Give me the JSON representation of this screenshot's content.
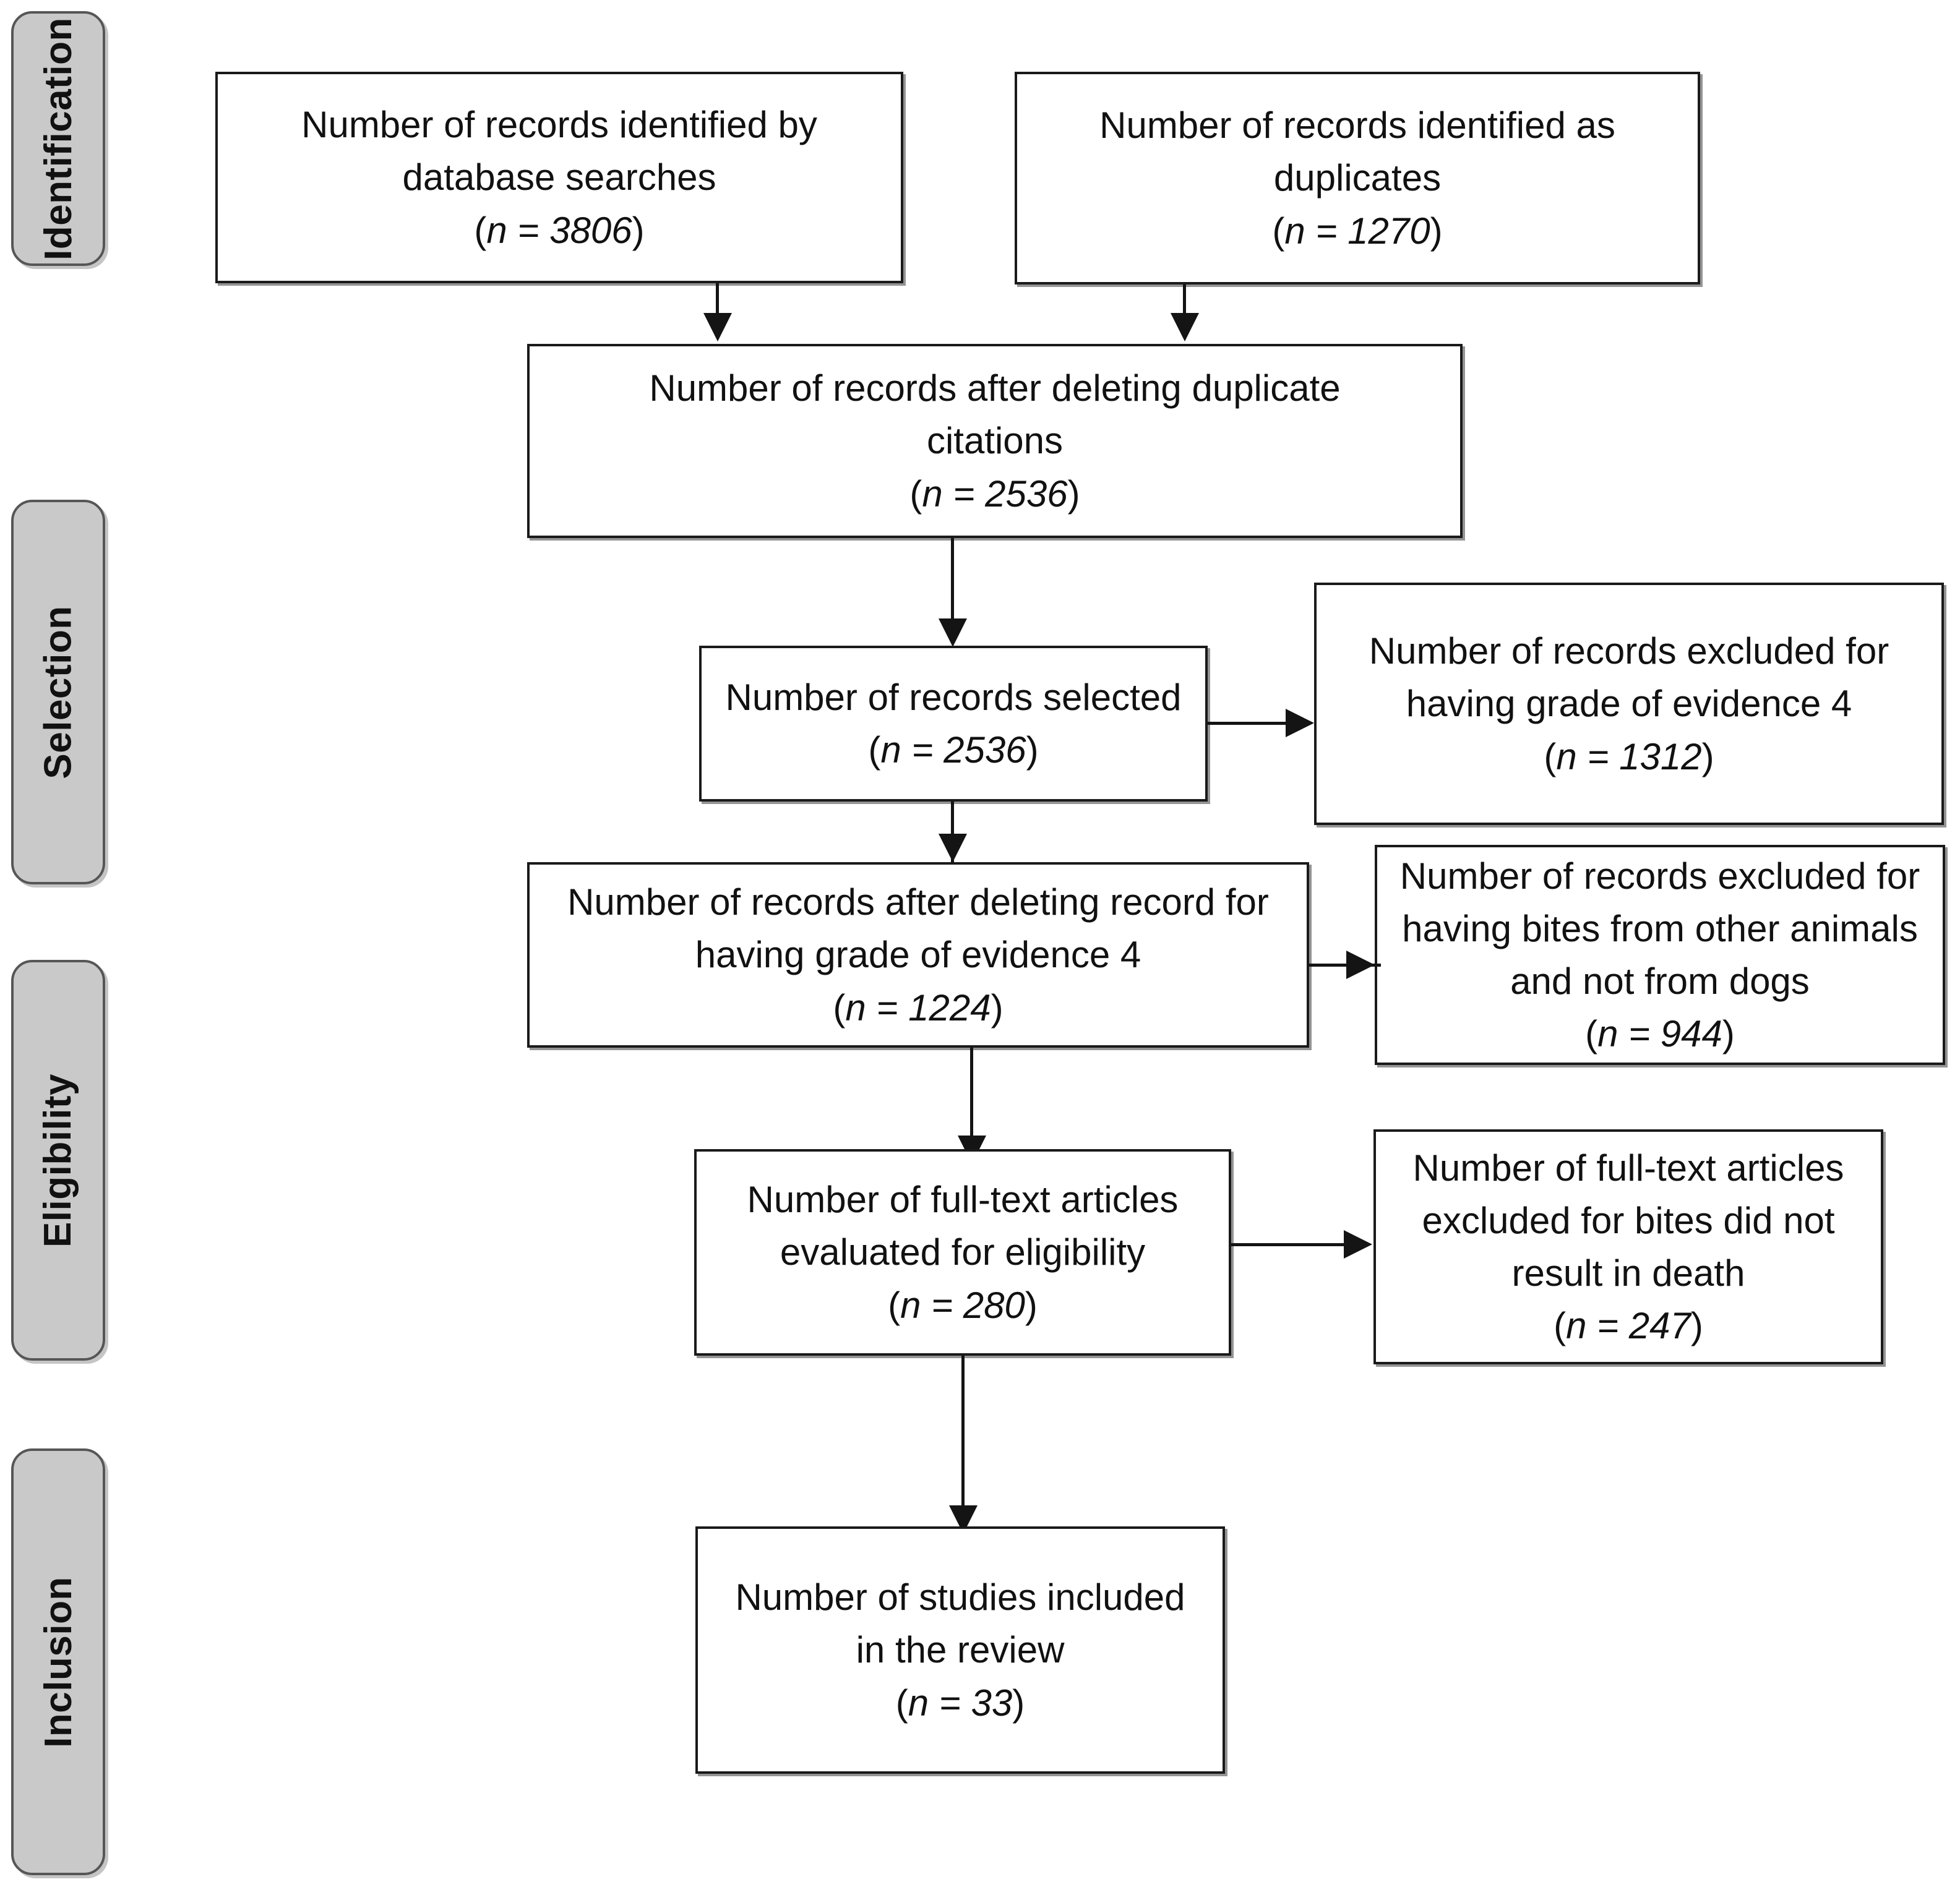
{
  "diagram": {
    "type": "prisma-flow-diagram",
    "stages": [
      {
        "id": "identification",
        "label": "Identification"
      },
      {
        "id": "selection",
        "label": "Selection"
      },
      {
        "id": "eligibility",
        "label": "Eligibility"
      },
      {
        "id": "inclusion",
        "label": "Inclusion"
      }
    ],
    "boxes": {
      "identified_database": {
        "lines": [
          "Number of records identified by",
          "database searches"
        ],
        "count_open": "(",
        "count_italic": "n = 3806",
        "count_close": ")",
        "n": 3806
      },
      "identified_duplicates": {
        "lines": [
          "Number of records identified as",
          "duplicates"
        ],
        "count_open": "(",
        "count_italic": "n = 1270",
        "count_close": ")",
        "n": 1270
      },
      "after_deleting_duplicates": {
        "lines": [
          "Number of records after deleting duplicate",
          "citations"
        ],
        "count_open": "(",
        "count_italic": "n = 2536",
        "count_close": ")",
        "n": 2536
      },
      "records_selected": {
        "lines": [
          "Number of records selected"
        ],
        "count_open": "(",
        "count_italic": "n = 2536",
        "count_close": ")",
        "n": 2536
      },
      "excluded_grade4": {
        "lines": [
          "Number of records excluded for",
          "having grade of evidence 4"
        ],
        "count_open": "(",
        "count_italic": "n = 1312",
        "count_close": ")",
        "n": 1312
      },
      "after_deleting_grade4": {
        "lines": [
          "Number of records after deleting record for",
          "having grade of evidence 4"
        ],
        "count_open": "(",
        "count_italic": "n = 1224",
        "count_close": ")",
        "n": 1224
      },
      "excluded_other_animals": {
        "lines": [
          "Number of records excluded for",
          "having bites from other animals",
          "and not from dogs"
        ],
        "count_open": "(",
        "count_italic": "n = 944",
        "count_close": ")",
        "n": 944
      },
      "fulltext_evaluated": {
        "lines": [
          "Number of full-text articles",
          "evaluated for eligibility"
        ],
        "count_open": "(",
        "count_italic": "n = 280",
        "count_close": ")",
        "n": 280
      },
      "fulltext_excluded_no_death": {
        "lines": [
          "Number of full-text articles",
          "excluded for bites did not",
          "result in death"
        ],
        "count_open": "(",
        "count_italic": "n = 247",
        "count_close": ")",
        "n": 247
      },
      "studies_included": {
        "lines": [
          "Number of studies included",
          "in the review"
        ],
        "count_open": "(",
        "count_italic": "n = 33",
        "count_close": ")",
        "n": 33
      }
    },
    "colors": {
      "stage_pill_fill": "#c9c9c9",
      "stage_pill_border": "#565656",
      "box_border": "#1a1a1a",
      "connector": "#141414",
      "background": "#ffffff",
      "text": "#111111"
    }
  }
}
